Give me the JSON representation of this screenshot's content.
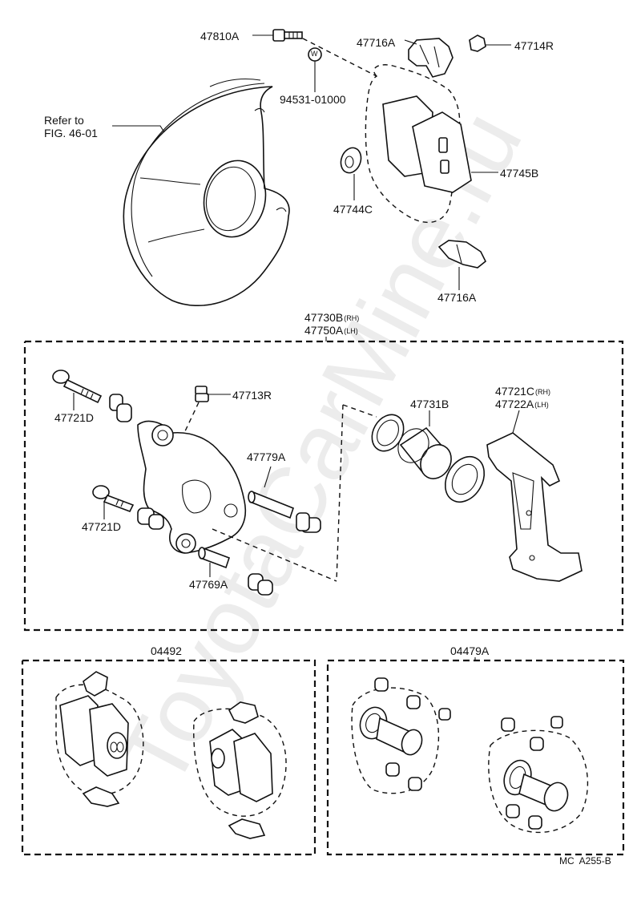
{
  "callouts": {
    "p47810a": "47810A",
    "p47716a_top": "47716A",
    "p47714r": "47714R",
    "p94531": "94531-01000",
    "refer_line1": "Refer to",
    "refer_line2": "FIG. 46-01",
    "p47745b": "47745B",
    "p47744c": "47744C",
    "p47716a_bottom": "47716A",
    "p47730b": "47730B",
    "p47730b_side": "(RH)",
    "p47750a": "47750A",
    "p47750a_side": "(LH)",
    "p47721d_top": "47721D",
    "p47713r": "47713R",
    "p47731b": "47731B",
    "p47721c": "47721C",
    "p47721c_side": "(RH)",
    "p47722a": "47722A",
    "p47722a_side": "(LH)",
    "p47779a": "47779A",
    "p47721d_bottom": "47721D",
    "p47769a": "47769A",
    "kit_04492": "04492",
    "kit_04479a": "04479A"
  },
  "washer_mark": "W",
  "footer_code": "MC  A255-B",
  "watermark": "ToyotaCarMine.ru"
}
